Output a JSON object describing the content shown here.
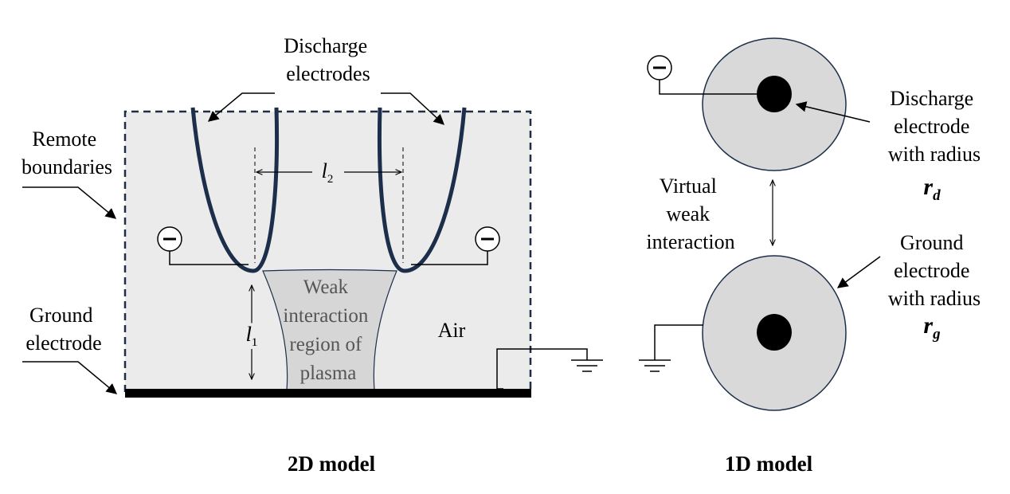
{
  "labels": {
    "discharge_electrodes_line1": "Discharge",
    "discharge_electrodes_line2": "electrodes",
    "remote_boundaries_line1": "Remote",
    "remote_boundaries_line2": "boundaries",
    "ground_electrode_line1": "Ground",
    "ground_electrode_line2": "electrode",
    "l1_symbol": "l",
    "l1_sub": "1",
    "l2_symbol": "l",
    "l2_sub": "2",
    "plasma_line1": "Weak",
    "plasma_line2": "interaction",
    "plasma_line3": "region of",
    "plasma_line4": "plasma",
    "air": "Air",
    "virtual_line1": "Virtual",
    "virtual_line2": "weak",
    "virtual_line3": "interaction",
    "discharge_1d_line1": "Discharge",
    "discharge_1d_line2": "electrode",
    "discharge_1d_line3": "with radius",
    "rd_symbol": "r",
    "rd_sub": "d",
    "ground_1d_line1": "Ground",
    "ground_1d_line2": "electrode",
    "ground_1d_line3": "with radius",
    "rg_symbol": "r",
    "rg_sub": "g",
    "title_2d": "2D model",
    "title_1d": "1D model",
    "minus": "−"
  },
  "colors": {
    "domain_fill": "#ebebeb",
    "plasma_fill": "#d6d6d6",
    "electrode_stroke": "#1c2e4a",
    "circle_fill": "#d9d9d9",
    "core_fill": "#000000"
  }
}
